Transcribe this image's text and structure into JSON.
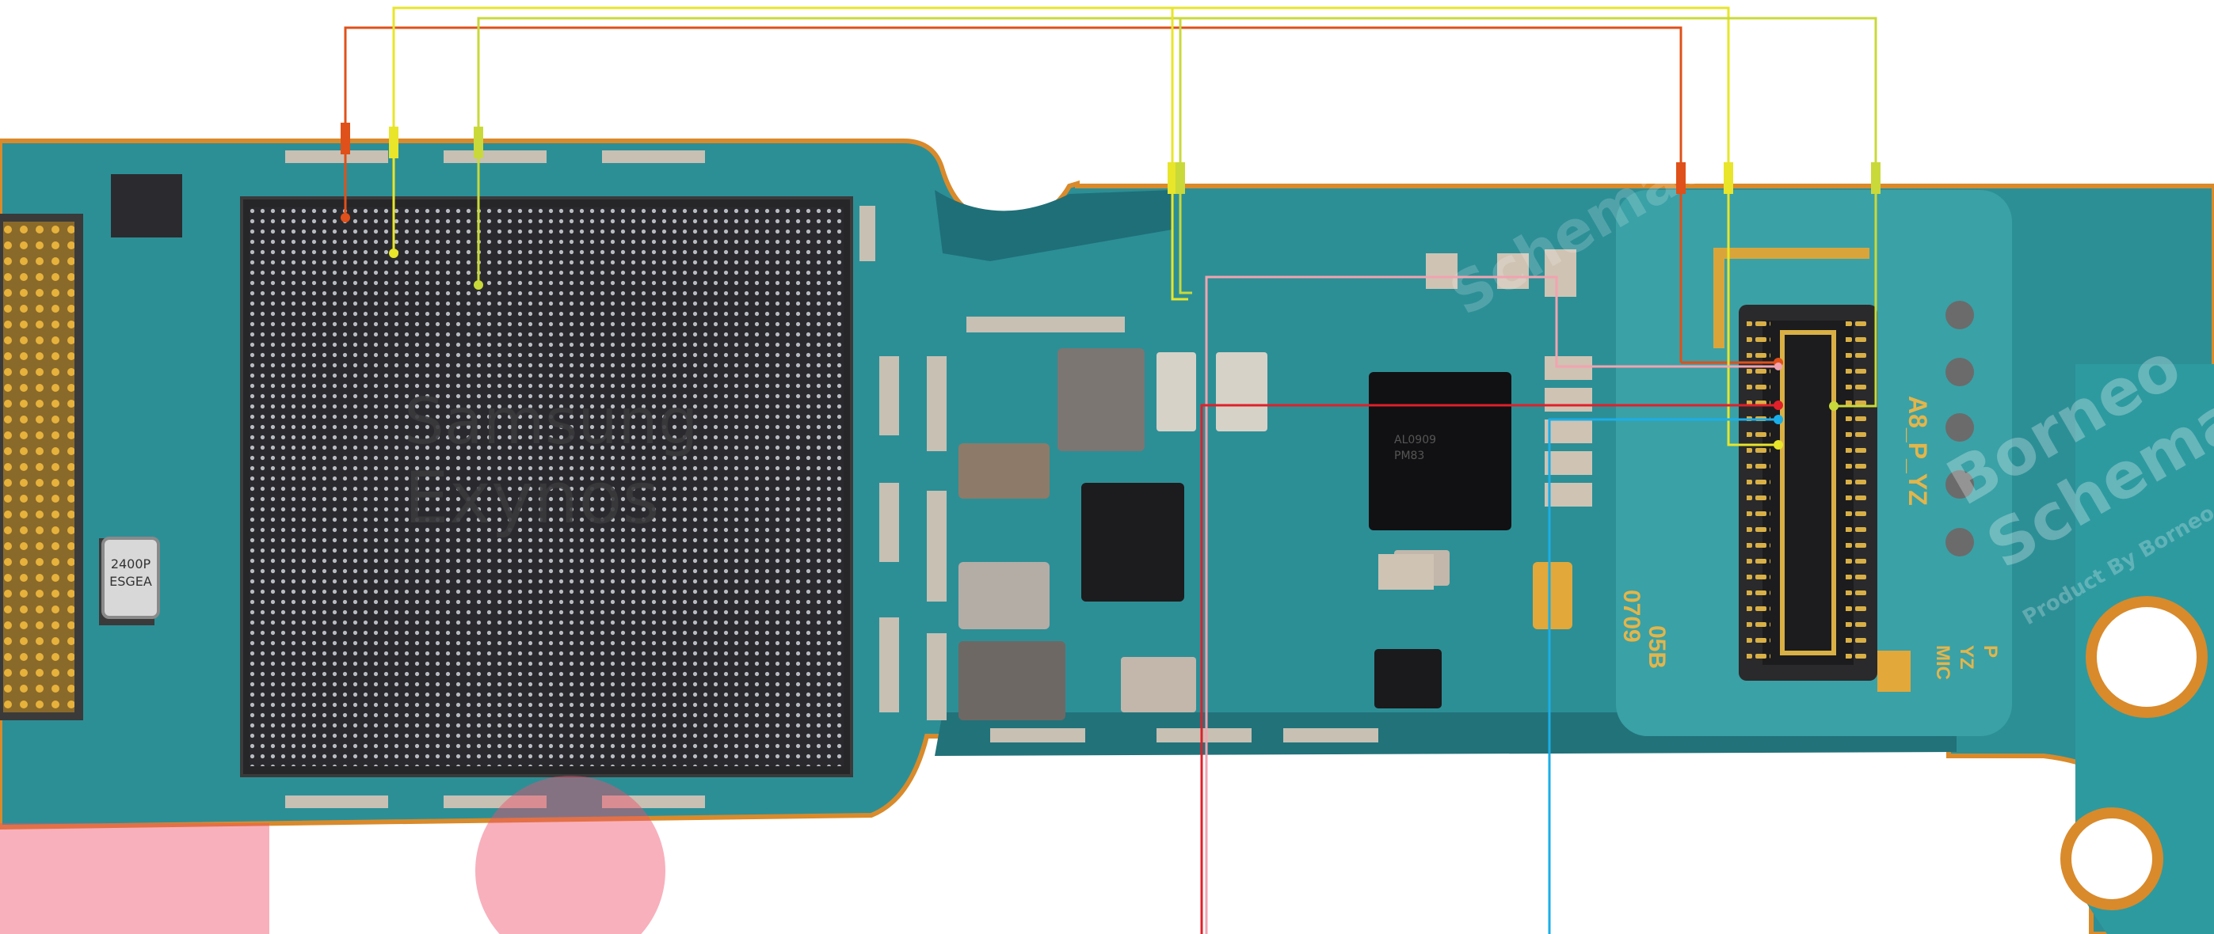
{
  "board": {
    "soc_marking": {
      "brand": "Samsung",
      "model": "Exynos"
    },
    "crystal_marking": [
      "2400P",
      "ESGEA"
    ],
    "pmic_marking": [
      "AL0909",
      "PM83"
    ],
    "silkscreen": {
      "connector_label": "A8_P_YZ",
      "code_line1": "05B",
      "code_line2": "0709",
      "corner_label": [
        "P",
        "YZ",
        "MIC"
      ]
    }
  },
  "watermark": {
    "brand_line1": "Borneo",
    "brand_line2": "Schematics",
    "tagline": "Product By Borneo",
    "faint": "Schematics"
  },
  "colors": {
    "pcb": "#2c8f96",
    "pcb_dark": "#1f6f78",
    "edge_copper": "#d98a2b",
    "trace_orange": "#e0501a",
    "trace_yellow": "#e8e52a",
    "trace_yellow_green": "#c9d93a",
    "trace_red": "#e0202a",
    "trace_pink": "#f2a3b0",
    "trace_blue": "#1aaee8"
  }
}
